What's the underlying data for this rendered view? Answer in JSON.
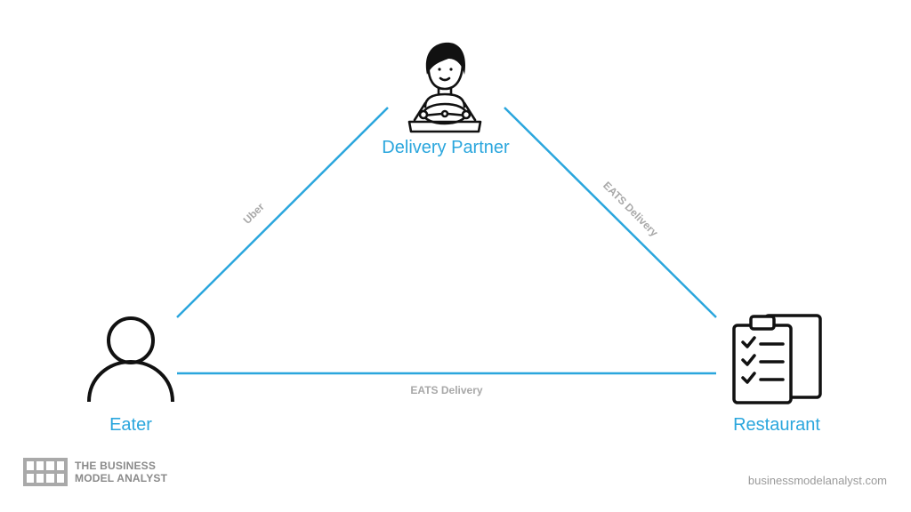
{
  "diagram": {
    "nodes": {
      "delivery_partner": {
        "label": "Delivery Partner",
        "icon": "driver-icon"
      },
      "eater": {
        "label": "Eater",
        "icon": "person-icon"
      },
      "restaurant": {
        "label": "Restaurant",
        "icon": "clipboard-checklist-icon"
      }
    },
    "edges": {
      "eater_partner": {
        "label": "Uber"
      },
      "partner_restaurant": {
        "label": "EATS Delivery"
      },
      "eater_restaurant": {
        "label": "EATS Delivery"
      }
    },
    "colors": {
      "accent": "#2aa6dd",
      "edge_label": "#a8a8a8",
      "icon": "#111111"
    }
  },
  "footer": {
    "brand_line1": "THE BUSINESS",
    "brand_line2": "MODEL ANALYST",
    "website": "businessmodelanalyst.com",
    "brand_logo_icon": "building-grid-icon"
  }
}
